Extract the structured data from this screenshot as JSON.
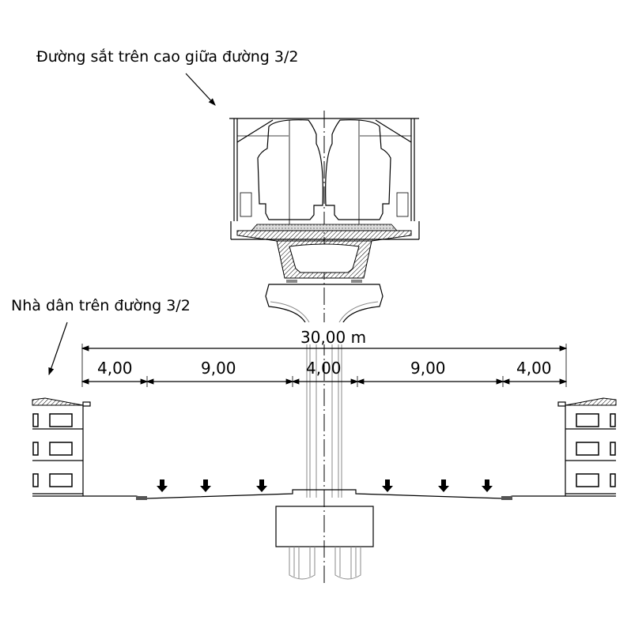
{
  "labels": {
    "railway": "Đường sắt trên cao giữa đường 3/2",
    "houses": "Nhà dân trên đường 3/2"
  },
  "dimensions": {
    "total": "30,00 m",
    "segments": [
      "4,00",
      "9,00",
      "4,00",
      "9,00",
      "4,00"
    ]
  }
}
